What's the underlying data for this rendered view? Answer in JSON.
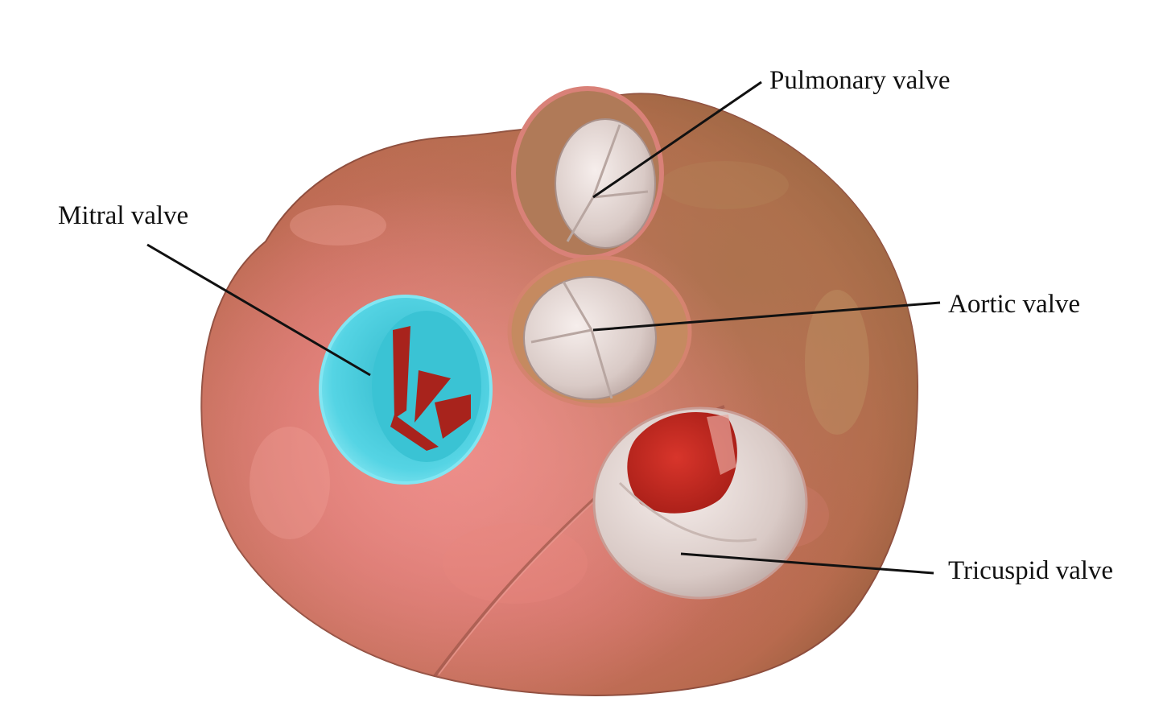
{
  "labels": {
    "pulmonary": "Pulmonary valve",
    "mitral": "Mitral valve",
    "aortic": "Aortic valve",
    "tricuspid": "Tricuspid valve"
  },
  "colors": {
    "background": "#ffffff",
    "heart_tissue": "#c96a5e",
    "heart_highlight": "#e0837a",
    "heart_dark": "#8a5a3c",
    "mitral_valve": "#4ccfe0",
    "mitral_leaflet_gap": "#a8231c",
    "valve_leaflet": "#e6dcda",
    "tricuspid_opening": "#c6281f",
    "leader_line": "#111111"
  }
}
